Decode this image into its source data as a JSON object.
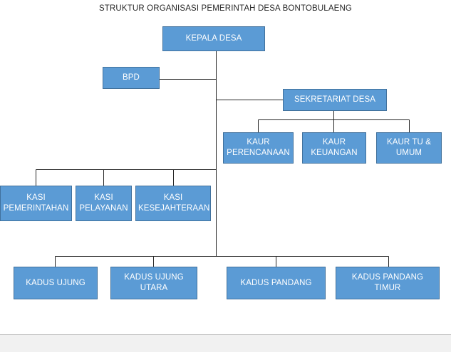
{
  "document": {
    "title": "STRUKTUR ORGANISASI PEMERINTAH DESA BONTOBULAENG"
  },
  "theme": {
    "box_fill": "#5B9BD5",
    "box_border": "#41719C",
    "box_text": "#FFFFFF",
    "connector": "#262626",
    "page_background": "#FFFFFF",
    "footer_band": "#F1F1F1",
    "title_text": "#262626"
  },
  "chart_data": {
    "type": "diagram",
    "subtype": "organizational-chart",
    "title": "STRUKTUR ORGANISASI PEMERINTAH DESA BONTOBULAENG",
    "orientation": "top-down",
    "levels": [
      {
        "level": 1,
        "name": "kepala-desa",
        "nodes": [
          "KEPALA DESA"
        ]
      },
      {
        "level": 2,
        "name": "bpd-and-sekretariat",
        "nodes": [
          "BPD",
          "SEKRETARIAT DESA"
        ]
      },
      {
        "level": 3,
        "name": "kaur",
        "nodes": [
          "KAUR PERENCANAAN",
          "KAUR KEUANGAN",
          "KAUR TU & UMUM"
        ]
      },
      {
        "level": 4,
        "name": "kasi",
        "nodes": [
          "KASI PEMERINTAHAN",
          "KASI PELAYANAN",
          "KASI KESEJAHTERAAN"
        ]
      },
      {
        "level": 5,
        "name": "kadus",
        "nodes": [
          "KADUS UJUNG",
          "KADUS UJUNG UTARA",
          "KADUS PANDANG",
          "KADUS PANDANG TIMUR"
        ]
      }
    ],
    "edges": [
      {
        "from": "KEPALA DESA",
        "to": "BPD"
      },
      {
        "from": "KEPALA DESA",
        "to": "SEKRETARIAT DESA"
      },
      {
        "from": "SEKRETARIAT DESA",
        "to": "KAUR PERENCANAAN"
      },
      {
        "from": "SEKRETARIAT DESA",
        "to": "KAUR KEUANGAN"
      },
      {
        "from": "SEKRETARIAT DESA",
        "to": "KAUR TU & UMUM"
      },
      {
        "from": "KEPALA DESA",
        "to": "KASI PEMERINTAHAN"
      },
      {
        "from": "KEPALA DESA",
        "to": "KASI PELAYANAN"
      },
      {
        "from": "KEPALA DESA",
        "to": "KASI KESEJAHTERAAN"
      },
      {
        "from": "KEPALA DESA",
        "to": "KADUS UJUNG"
      },
      {
        "from": "KEPALA DESA",
        "to": "KADUS UJUNG UTARA"
      },
      {
        "from": "KEPALA DESA",
        "to": "KADUS PANDANG"
      },
      {
        "from": "KEPALA DESA",
        "to": "KADUS PANDANG TIMUR"
      }
    ]
  },
  "nodes": {
    "kepala_desa": "KEPALA DESA",
    "bpd": "BPD",
    "sekretariat_desa": "SEKRETARIAT DESA",
    "kaur_perencanaan": "KAUR PERENCANAAN",
    "kaur_keuangan": "KAUR KEUANGAN",
    "kaur_tu_umum": "KAUR TU & UMUM",
    "kasi_pemerintahan": "KASI PEMERINTAHAN",
    "kasi_pelayanan": "KASI PELAYANAN",
    "kasi_kesejahteraan": "KASI KESEJAHTERAAN",
    "kadus_ujung": "KADUS UJUNG",
    "kadus_ujung_utara": "KADUS UJUNG UTARA",
    "kadus_pandang": "KADUS PANDANG",
    "kadus_pandang_timur": "KADUS PANDANG TIMUR"
  }
}
